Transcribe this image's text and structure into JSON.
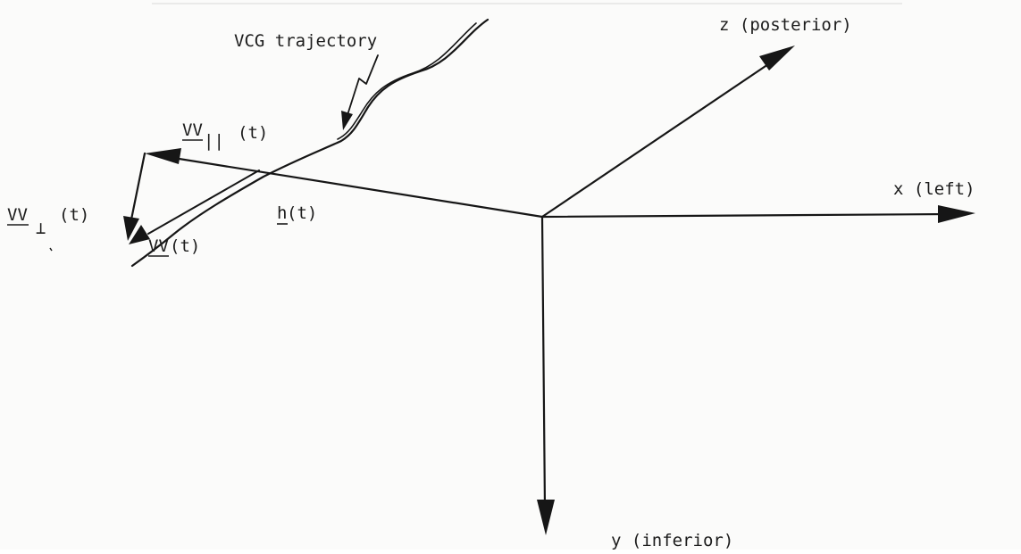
{
  "labels": {
    "trajectory": "VCG trajectory",
    "z_axis": "z (posterior)",
    "x_axis": "x (left)",
    "y_axis": "y (inferior)",
    "h": "h",
    "h_arg": "(t)",
    "vv_parallel": "VV",
    "vv_parallel_sub": "||",
    "vv_parallel_arg": "(t)",
    "vv_perp": "VV",
    "vv_perp_sub": "⊥",
    "vv_perp_arg": "(t)",
    "vv": "VV",
    "vv_arg": "(t)"
  },
  "colors": {
    "ink": "#161616",
    "paper": "#fbfbfa"
  }
}
